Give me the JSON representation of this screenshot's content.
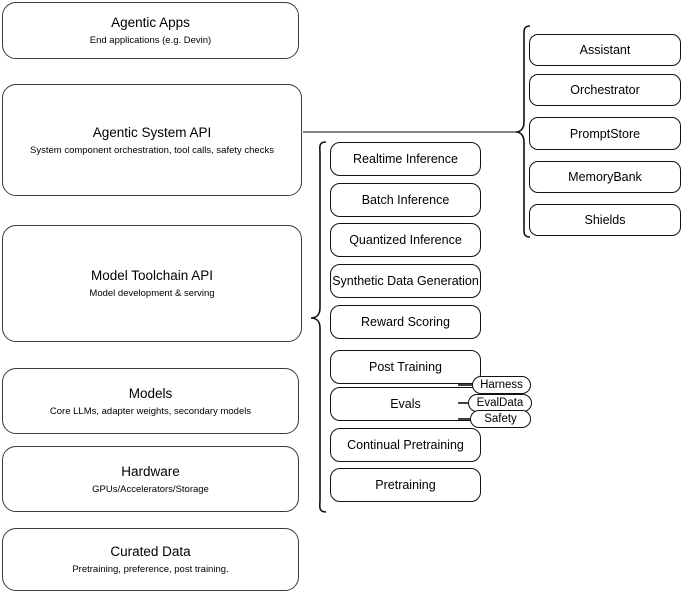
{
  "diagram": {
    "title": "Agentic stack layer diagram",
    "line_color": "#111111",
    "box_border_color": "#3b3b3b",
    "background": "#ffffff"
  },
  "layers": [
    {
      "name": "agentic-apps",
      "title": "Agentic Apps",
      "subtitle": "End applications (e.g. Devin)"
    },
    {
      "name": "agentic-system-api",
      "title": "Agentic System API",
      "subtitle": "System component orchestration, tool calls, safety checks"
    },
    {
      "name": "model-toolchain-api",
      "title": "Model Toolchain API",
      "subtitle": "Model development & serving"
    },
    {
      "name": "models",
      "title": "Models",
      "subtitle": "Core LLMs, adapter weights, secondary models"
    },
    {
      "name": "hardware",
      "title": "Hardware",
      "subtitle": "GPUs/Accelerators/Storage"
    },
    {
      "name": "curated-data",
      "title": "Curated Data",
      "subtitle": "Pretraining, preference, post training."
    }
  ],
  "toolchain_capabilities": [
    {
      "name": "realtime-inference",
      "label": "Realtime Inference"
    },
    {
      "name": "batch-inference",
      "label": "Batch Inference"
    },
    {
      "name": "quantized-inference",
      "label": "Quantized Inference"
    },
    {
      "name": "synthetic-data-generation",
      "label": "Synthetic Data Generation"
    },
    {
      "name": "reward-scoring",
      "label": "Reward Scoring"
    },
    {
      "name": "post-training",
      "label": "Post Training"
    },
    {
      "name": "evals",
      "label": "Evals"
    },
    {
      "name": "continual-pretraining",
      "label": "Continual Pretraining"
    },
    {
      "name": "pretraining",
      "label": "Pretraining"
    }
  ],
  "evals_tags": [
    {
      "name": "harness",
      "label": "Harness"
    },
    {
      "name": "evaldata",
      "label": "EvalData"
    },
    {
      "name": "safety",
      "label": "Safety"
    }
  ],
  "system_components": [
    {
      "name": "assistant",
      "label": "Assistant"
    },
    {
      "name": "orchestrator",
      "label": "Orchestrator"
    },
    {
      "name": "promptstore",
      "label": "PromptStore"
    },
    {
      "name": "memorybank",
      "label": "MemoryBank"
    },
    {
      "name": "shields",
      "label": "Shields"
    }
  ]
}
